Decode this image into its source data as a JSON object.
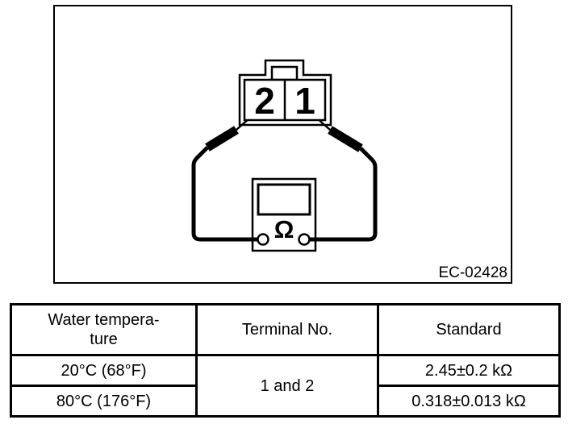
{
  "figure": {
    "caption": "EC-02428",
    "connector": {
      "left_terminal": "2",
      "right_terminal": "1"
    },
    "meter": {
      "symbol": "Ω"
    }
  },
  "table": {
    "headers": {
      "temperature": "Water tempera-\nture",
      "terminal": "Terminal No.",
      "standard": "Standard"
    },
    "terminal_value": "1 and 2",
    "rows": [
      {
        "temperature": "20°C (68°F)",
        "standard": "2.45±0.2 kΩ"
      },
      {
        "temperature": "80°C (176°F)",
        "standard": "0.318±0.013 kΩ"
      }
    ]
  }
}
